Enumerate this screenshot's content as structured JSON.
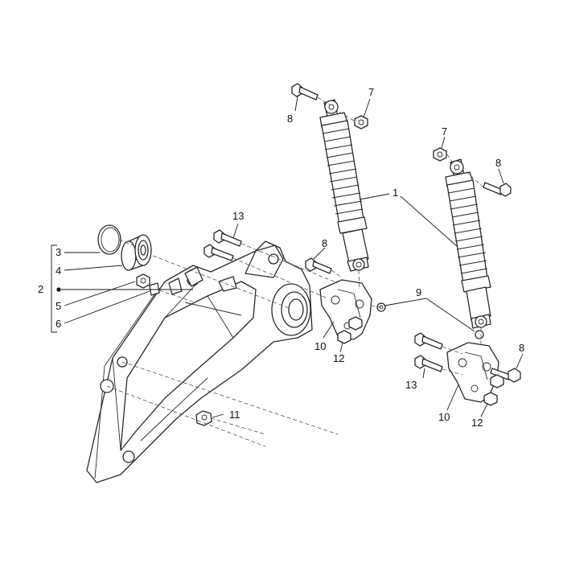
{
  "callouts": {
    "c1": "1",
    "c2": "2",
    "c3": "3",
    "c4": "4",
    "c5": "5",
    "c6": "6",
    "c7a": "7",
    "c7b": "7",
    "c8a": "8",
    "c8b": "8",
    "c8c": "8",
    "c8d": "8",
    "c9": "9",
    "c10a": "10",
    "c10b": "10",
    "c11": "11",
    "c12a": "12",
    "c12b": "12",
    "c13a": "13",
    "c13b": "13"
  }
}
